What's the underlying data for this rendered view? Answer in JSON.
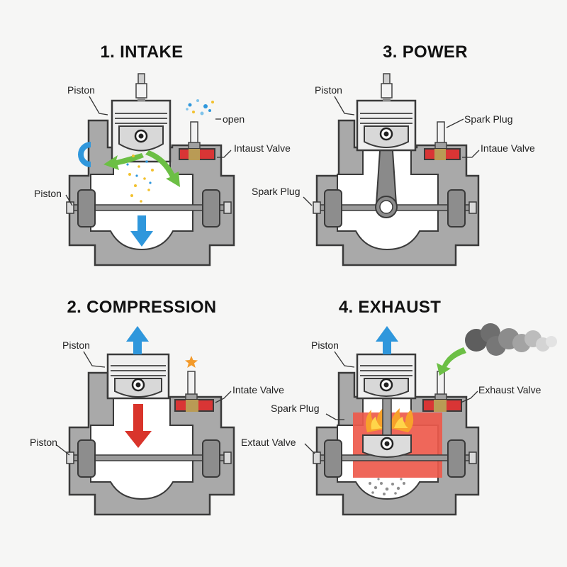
{
  "panels": {
    "intake": {
      "title": "1. INTAKE",
      "labels": {
        "piston_top": "Piston",
        "open": "open",
        "valve": "Intaust Valve",
        "piston_side": "Piston"
      }
    },
    "power": {
      "title": "3. POWER",
      "labels": {
        "piston_top": "Piston",
        "spark_plug_right": "Spark Plug",
        "valve": "Intaue Valve",
        "spark_plug_left": "Spark Plug"
      }
    },
    "compression": {
      "title": "2. COMPRESSION",
      "labels": {
        "piston_top": "Piston",
        "valve": "Intate Valve",
        "piston_side": "Piston"
      }
    },
    "exhaust": {
      "title": "4. EXHAUST",
      "labels": {
        "piston_top": "Piston",
        "valve_right": "Exhaust Valve",
        "spark_plug": "Spark Plug",
        "valve_left": "Extaut Valve"
      }
    }
  },
  "colors": {
    "engine_gray": "#a9a9a9",
    "outline": "#3a3a3a",
    "valve_red": "#d93535",
    "arrow_blue": "#2f97dc",
    "arrow_green": "#6cbf45",
    "arrow_red": "#d9342b",
    "flame_red": "#ee5a4c"
  }
}
